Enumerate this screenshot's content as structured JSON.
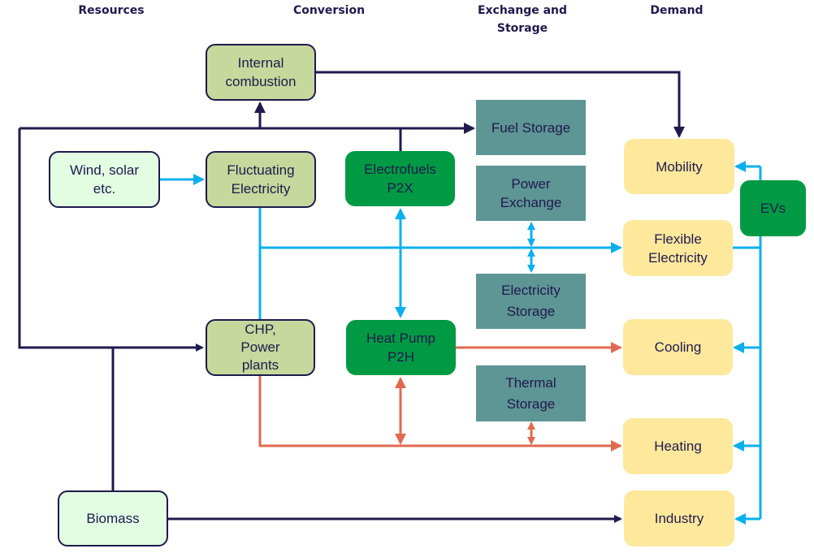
{
  "headers": {
    "resources": "Resources",
    "conversion": "Conversion",
    "exchange_line1": "Exchange and",
    "exchange_line2": "Storage",
    "demand": "Demand"
  },
  "colors": {
    "dark_line": "#1f1a4d",
    "electric_line": "#0ab0ee",
    "heat_line": "#e06a50",
    "conversion_fill": "#c6d89c",
    "resource_fill": "#e2fde2",
    "p2x_fill": "#009a44",
    "storage_fill": "#5e9595",
    "demand_fill": "#fde89c"
  },
  "resources": {
    "wind_solar": "Wind, solar etc.",
    "biomass": "Biomass"
  },
  "conversion": {
    "internal_combustion": "Internal combustion",
    "fluctuating_electricity": "Fluctuating Electricity",
    "chp": "CHP, Power plants",
    "electrofuels_l1": "Electrofuels",
    "electrofuels_l2": "P2X",
    "heat_pump_l1": "Heat Pump",
    "heat_pump_l2": "P2H"
  },
  "storage": {
    "fuel_storage": "Fuel Storage",
    "power_exchange": "Power Exchange",
    "electricity_storage_l1": "Electricity",
    "electricity_storage_l2": "Storage",
    "thermal_storage_l1": "Thermal",
    "thermal_storage_l2": "Storage"
  },
  "demand": {
    "mobility": "Mobility",
    "flexible_electricity": "Flexible Electricity",
    "cooling": "Cooling",
    "heating": "Heating",
    "industry": "Industry",
    "evs": "EVs"
  }
}
